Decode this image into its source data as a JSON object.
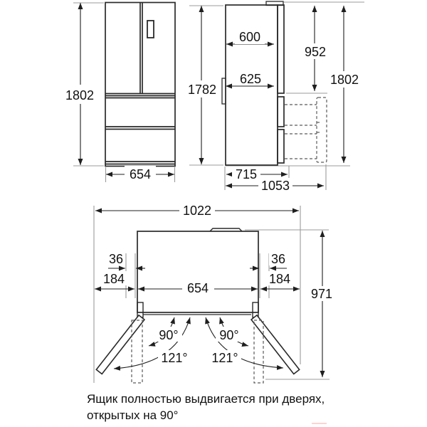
{
  "front_view": {
    "height": "1802",
    "width": "654"
  },
  "side_view": {
    "top_depth": "600",
    "door_depth": "625",
    "body_height": "1782",
    "upper_section_height": "952",
    "total_height": "1802",
    "depth_with_door": "715",
    "depth_drawer_open": "1053"
  },
  "top_view": {
    "total_width_doors_open": "1022",
    "left_gap": "36",
    "right_gap": "36",
    "left_clearance": "184",
    "right_clearance": "184",
    "width": "654",
    "depth_doors_open": "971",
    "left_door_angle": "90°",
    "right_door_angle": "90°",
    "left_door_max_angle": "121°",
    "right_door_max_angle": "121°"
  },
  "caption": {
    "line1": "Ящик полностью выдвигается при дверях,",
    "line2": "открытых на 90°"
  },
  "colors": {
    "outline": "#2a2a2a",
    "dimension": "#1f1f1f",
    "extension": "#9b9b9b",
    "dashed": "#5a5a5a"
  }
}
